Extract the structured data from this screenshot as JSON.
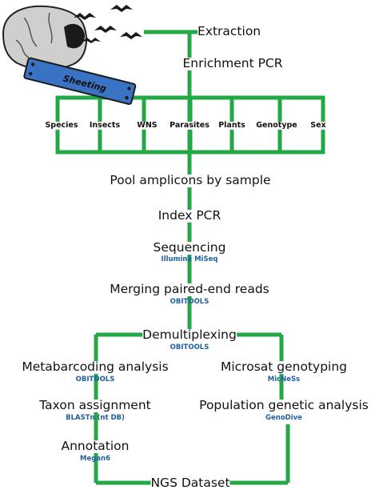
{
  "colors": {
    "connector": "#22a845",
    "tool_text": "#1f5f9e",
    "sheeting": "#3b73c4",
    "cave_rock": "#cfcfcf",
    "bat": "#1a1a1a"
  },
  "cave_illustration": {
    "sheeting_label": "Sheeting"
  },
  "steps": {
    "extraction": "Extraction",
    "enrichment_pcr": "Enrichment PCR",
    "pool_amplicons": "Pool amplicons by sample",
    "index_pcr": "Index PCR",
    "sequencing": "Sequencing",
    "sequencing_tool": "Illumina MiSeq",
    "merging": "Merging paired-end reads",
    "merging_tool": "OBITOOLS",
    "demultiplexing": "Demultiplexing",
    "demultiplexing_tool": "OBITOOLS",
    "ngs_dataset": "NGS Dataset"
  },
  "targets": [
    "Species",
    "Insects",
    "WNS",
    "Parasites",
    "Plants",
    "Genotype",
    "Sex"
  ],
  "left_branch": {
    "metabarcoding": "Metabarcoding analysis",
    "metabarcoding_tool": "OBITOOLS",
    "taxon_assignment": "Taxon assignment",
    "taxon_tool": "BLASTn (nt DB)",
    "annotation": "Annotation",
    "annotation_tool": "Megan6"
  },
  "right_branch": {
    "microsat": "Microsat genotyping",
    "microsat_tool": "MicNeSs",
    "popgen": "Population genetic analysis",
    "popgen_tool": "GenoDive"
  }
}
